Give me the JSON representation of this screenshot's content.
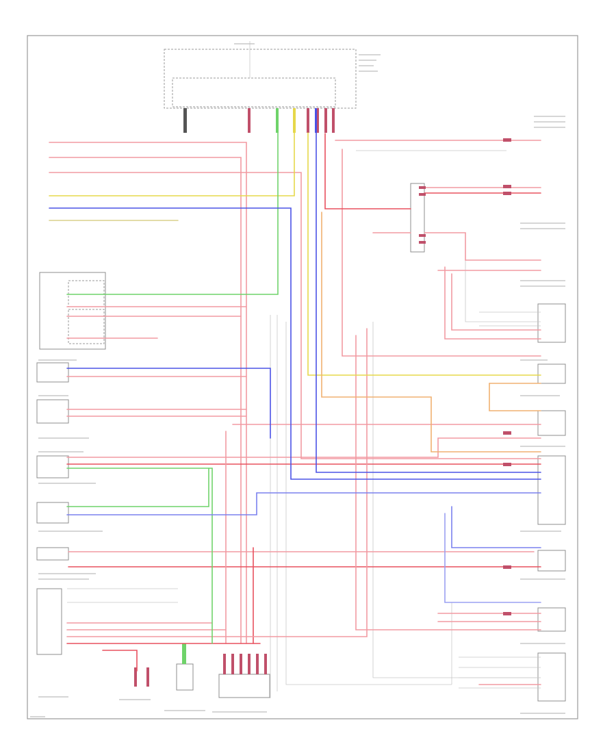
{
  "figure_id": "",
  "colors": {
    "red": "#f29aa2",
    "red_strong": "#e8505e",
    "pink": "#f7c0c6",
    "yellow": "#e6d84a",
    "green": "#6fd36a",
    "blue": "#4a52e6",
    "orange": "#f0b070",
    "gray": "#b9b9b9"
  },
  "components": [
    {
      "id": "top-module",
      "label": ""
    },
    {
      "id": "left-module-1",
      "label": ""
    },
    {
      "id": "left-module-2",
      "label": ""
    },
    {
      "id": "left-module-3",
      "label": ""
    },
    {
      "id": "left-module-4",
      "label": ""
    },
    {
      "id": "left-module-5",
      "label": ""
    },
    {
      "id": "left-module-6",
      "label": ""
    },
    {
      "id": "left-module-7",
      "label": ""
    },
    {
      "id": "bottom-fuse-block",
      "label": ""
    },
    {
      "id": "bottom-connector",
      "label": ""
    },
    {
      "id": "right-connector-1",
      "label": ""
    },
    {
      "id": "right-connector-2",
      "label": ""
    },
    {
      "id": "right-connector-3",
      "label": ""
    },
    {
      "id": "right-connector-4",
      "label": ""
    },
    {
      "id": "right-connector-5",
      "label": ""
    },
    {
      "id": "right-connector-6",
      "label": ""
    },
    {
      "id": "right-connector-7",
      "label": ""
    },
    {
      "id": "right-connector-8",
      "label": ""
    }
  ]
}
